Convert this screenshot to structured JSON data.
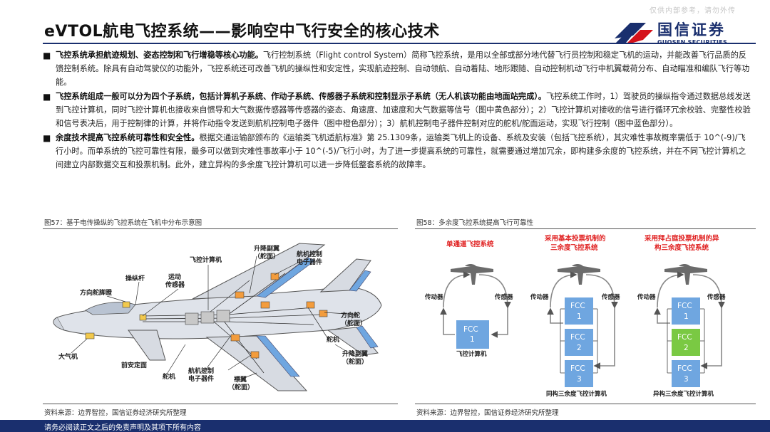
{
  "watermark": "仅供内部参考，请勿外传",
  "title": "eVTOL航电飞控系统——影响空中飞行安全的核心技术",
  "brand": {
    "name": "国信证券",
    "sub": "GUOSEN SECURITIES",
    "colors": {
      "navy": "#1a2f6e",
      "red": "#d5121b"
    }
  },
  "bullets": [
    {
      "bold": "飞控系统承担航迹规划、姿态控制和飞行增稳等核心功能。",
      "text": "飞行控制系统（Flight control System）简称飞控系统，是用以全部或部分地代替飞行员控制和稳定飞机的运动，并能改善飞行品质的反馈控制系统。除具有自动驾驶仪的功能外，飞控系统还可改善飞机的操纵性和安定性，实现航迹控制、自动领航、自动着陆、地形跟随、自动控制机动飞行中机翼载荷分布、自动瞄准和编队飞行等功能。"
    },
    {
      "bold": "飞控系统组成一般可以分为四个子系统，包括计算机子系统、作动子系统、传感器子系统和控制显示子系统（无人机该功能由地面站完成）。",
      "text": "飞控系统工作时，1）驾驶员的操纵指令通过数据总线发送到飞控计算机，同时飞控计算机也接收来自惯导和大气数据传感器等传感器的姿态、角速度、加速度和大气数据等信号（图中黄色部分）；2）飞控计算机对接收的信号进行循环冗余校验、完整性校验和信号表决后，用于控制律的计算，并将作动指令发送到航机控制电子器件（图中橙色部分）；3）航机控制电子器件控制对应的舵机/舵面运动，实现飞行控制（图中蓝色部分）。"
    },
    {
      "bold": "余度技术提高飞控系统可靠性和安全性。",
      "text": "根据交通运输部颁布的《运输类飞机适航标准》第 25.1309条，运输类飞机上的设备、系统及安装（包括飞控系统），其灾难性事故概率需低于 10^(-9)/飞行小时。而单系统的飞控可靠性有限，最多可以做到灾难性事故率小于 10^(-5)/飞行小时，为了进一步提高系统的可靠性，就需要通过增加冗余，即构建多余度的飞控系统，并在不同飞控计算机之间建立内部数据交互和投票机制。此外，建立异构的多余度飞控计算机可以进一步降低整套系统的故障率。"
    }
  ],
  "fig57": {
    "caption": "图57：基于电传操纵的飞控系统在飞机中分布示意图",
    "source": "资料来源：边界智控，国信证券经济研究所整理",
    "labels": {
      "flight_computer": "飞控计算机",
      "elevator_l1": "升降副翼",
      "elevator_l2": "（舵面）",
      "acu_top_l1": "航机控制",
      "acu_top_l2": "电子器件",
      "stick": "操纵杆",
      "motion_l1": "运动",
      "motion_l2": "传感器",
      "pedal": "方向舵脚蹬",
      "rudder_l1": "方向舵",
      "rudder_l2": "（舵面）",
      "actuator_r": "舵机",
      "elevator_r1": "升降副翼",
      "elevator_r2": "（舵面）",
      "air_data": "大气机",
      "canard": "前安定面",
      "actuator_b": "舵机",
      "acu_bot_l1": "航机控制",
      "acu_bot_l2": "电子器件",
      "flap_l1": "襟翼",
      "flap_l2": "（舵面）"
    }
  },
  "fig58": {
    "caption": "图58：多余度飞控系统提高飞行可靠性",
    "source": "资料来源：边界智控，国信证券经济研究所整理",
    "panels": [
      {
        "title_l1": "单通道飞控系统",
        "title_l2": "",
        "left": "传动器",
        "right": "传感器",
        "bottom": "飞控计算机",
        "fcc": [
          "FCC 1"
        ]
      },
      {
        "title_l1": "采用基本投票机制的",
        "title_l2": "三余度飞控系统",
        "left": "传动器",
        "right": "传感器",
        "bottom": "同构三余度飞控计算机",
        "fcc": [
          "FCC 1",
          "FCC 2",
          "FCC 3"
        ]
      },
      {
        "title_l1": "采用拜占庭投票机制的异",
        "title_l2": "构三余度飞控系统",
        "left": "传动器",
        "right": "传感器",
        "bottom": "异构三余度飞控计算机",
        "fcc": [
          "FCC 1",
          "FCC 2",
          "FCC 3"
        ]
      }
    ],
    "colors": {
      "fcc_blue": "#6fa6e0",
      "fcc_green": "#7ac943",
      "title_red": "#e02020"
    }
  },
  "footer": "请务必阅读正文之后的免责声明及其项下所有内容"
}
